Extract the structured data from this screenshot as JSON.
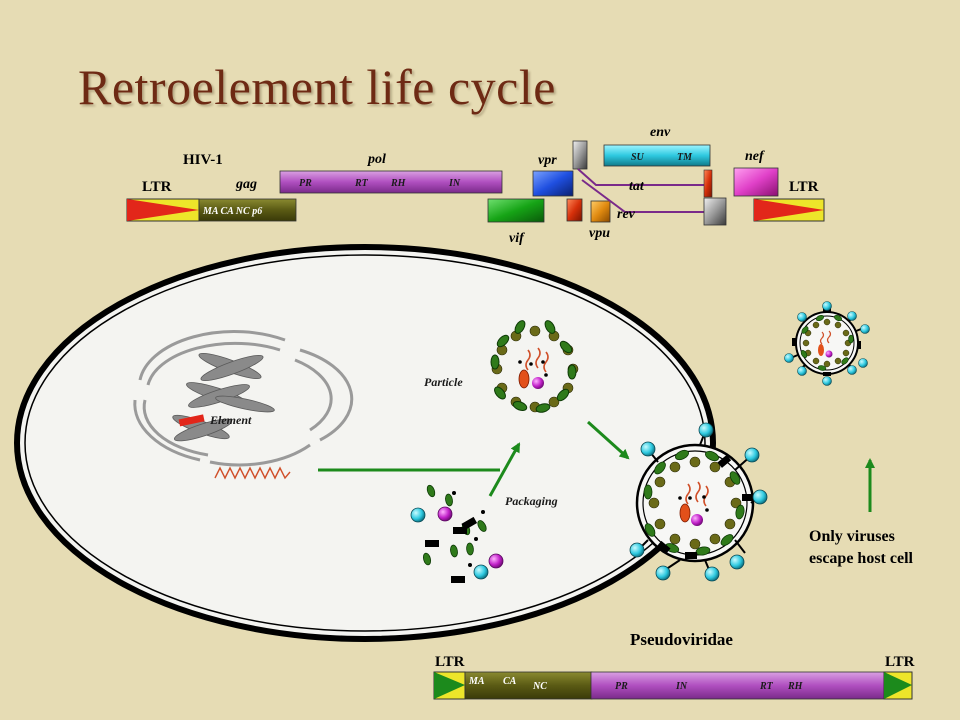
{
  "slide": {
    "title": "Retroelement life cycle"
  },
  "hiv": {
    "name": "HIV-1",
    "ltr_left": "LTR",
    "ltr_right": "LTR",
    "genes": {
      "gag": "gag",
      "pol": "pol",
      "vif": "vif",
      "vpr": "vpr",
      "vpu": "vpu",
      "tat": "tat",
      "rev": "rev",
      "env": "env",
      "nef": "nef"
    },
    "gag_domains": "MA  CA  NC  p6",
    "pol_domains": [
      "PR",
      "RT",
      "RH",
      "IN"
    ],
    "env_domains": [
      "SU",
      "TM"
    ]
  },
  "cell": {
    "element_label": "Element",
    "particle_label": "Particle",
    "packaging_label": "Packaging"
  },
  "escape_note": {
    "line1": "Only viruses",
    "line2": "escape host cell"
  },
  "pseudo": {
    "name": "Pseudoviridae",
    "ltr_left": "LTR",
    "ltr_right": "LTR",
    "gag_domains": [
      "MA",
      "CA",
      "NC"
    ],
    "pol_domains": [
      "PR",
      "IN",
      "RT",
      "RH"
    ]
  },
  "colors": {
    "background": "#e6dcb4",
    "title": "#6e2a14",
    "gag": "#5a5a14",
    "pol": "#b04fc0",
    "ltr_red": "#e2261a",
    "ltr_yellow": "#ede52a",
    "arrow_green": "#1c8a1c"
  }
}
